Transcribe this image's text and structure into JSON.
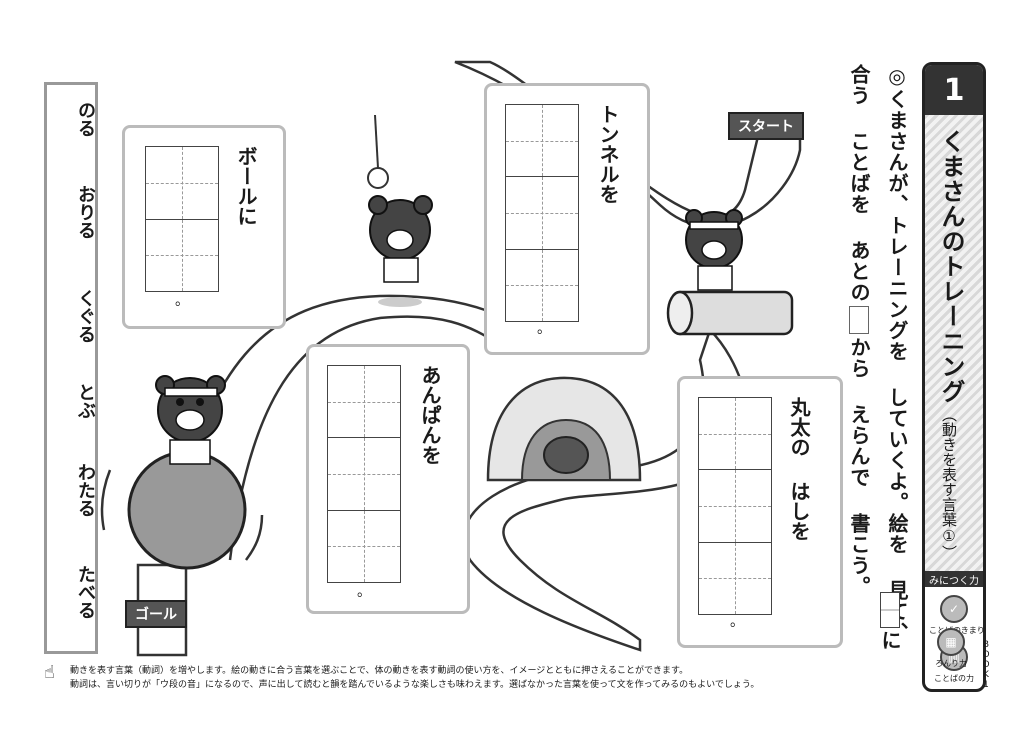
{
  "header": {
    "number": "1",
    "title": "くまさんのトレーニング",
    "subtitle": "（動きを表す言葉①）",
    "skills_heading": "みにつく力",
    "skills": [
      "ことばのきまり",
      "ことばの力",
      "ろんり力"
    ],
    "book_mark": "BOOK1"
  },
  "instructions": {
    "mark": "◎",
    "line1": "くまさんが、トレーニングを していくよ。絵を 見て、",
    "line2a": "合う ことばを あとの",
    "line2b": "から えらんで 書こう。",
    "line3": "に"
  },
  "word_bank": [
    "のる",
    "おりる",
    "くぐる",
    "とぶ",
    "わたる",
    "たべる"
  ],
  "prompts": {
    "ball": "ボールに",
    "tunnel": "トンネルを",
    "anpan": "あんぱんを",
    "log": "丸太の はしを"
  },
  "answer_end_mark": "。",
  "signs": {
    "start": "スタート",
    "goal": "ゴール"
  },
  "footer": {
    "line1": "動きを表す言葉（動詞）を増やします。絵の動きに合う言葉を選ぶことで、体の動きを表す動詞の使い方を、イメージとともに押さえることができます。",
    "line2": "動詞は、言い切りが「ウ段の音」になるので、声に出して読むと韻を踏んでいるような楽しさも味わえます。選ばなかった言葉を使って文を作ってみるのもよいでしょう。"
  }
}
